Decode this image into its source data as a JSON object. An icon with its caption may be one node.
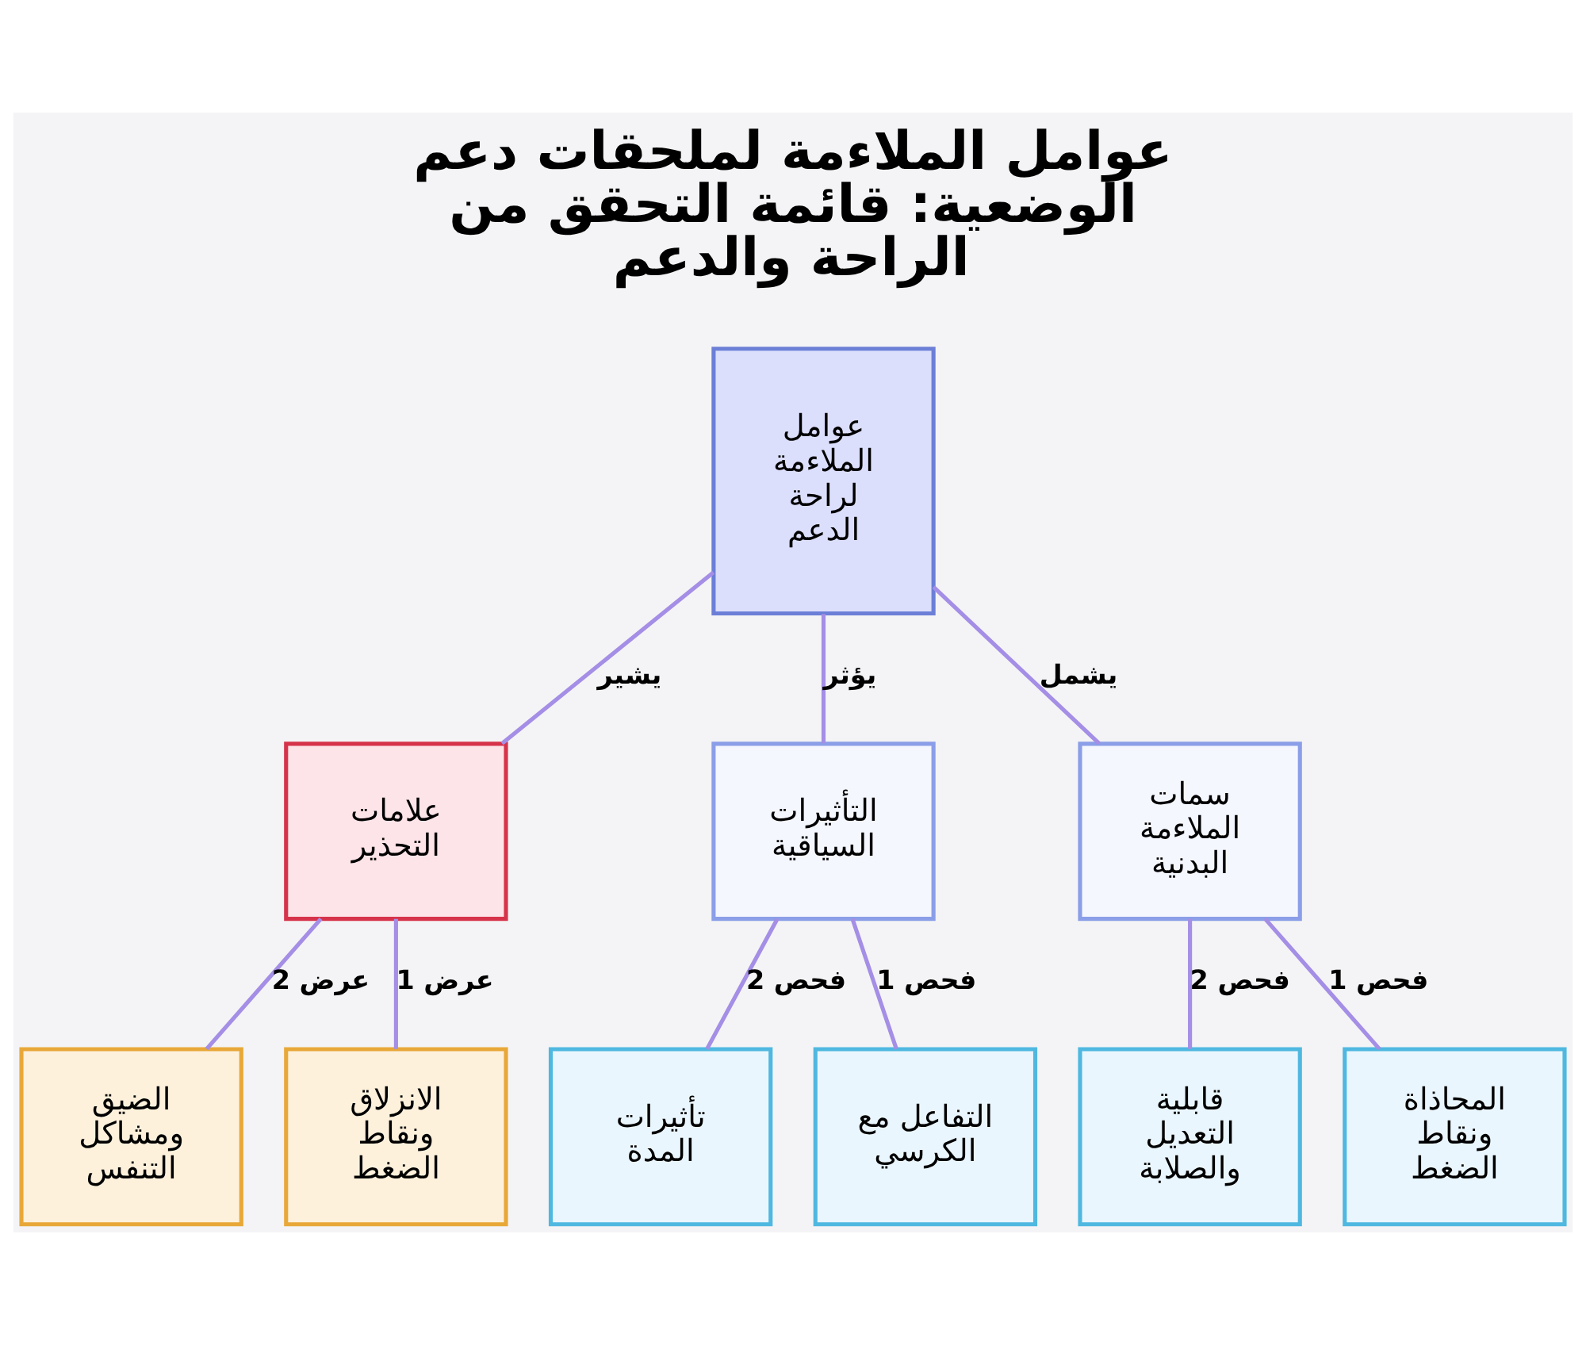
{
  "diagram": {
    "title": "عوامل الملاءمة لملحقات دعم الوضعية: قائمة التحقق من الراحة والدعم",
    "nodes": [
      {
        "text": [
          "عوامل الملاءمة لراحة الدعم"
        ]
      },
      {
        "text": [
          "سمات الملاءمة البدنية"
        ]
      },
      {
        "text": [
          "التأثيرات السياقية"
        ]
      },
      {
        "text": [
          "علامات التحذير"
        ]
      },
      {
        "text": [
          "المحاذاة ونقاط الضغط"
        ]
      },
      {
        "text": [
          "قابلية التعديل والصلابة"
        ]
      },
      {
        "text": [
          "التفاعل مع الكرسي"
        ]
      },
      {
        "text": [
          "تأثيرات المدة"
        ]
      },
      {
        "text": [
          "الانزلاق ونقاط الضغط"
        ]
      },
      {
        "text": [
          "الضيق ومشاكل التنفس"
        ]
      }
    ],
    "edges": [
      {
        "from": 0,
        "to": 1,
        "arrow": "none",
        "label": "يشمل"
      },
      {
        "from": 0,
        "to": 2,
        "arrow": "none",
        "label": "يؤثر"
      },
      {
        "from": 0,
        "to": 3,
        "arrow": "none",
        "label": "يشير"
      },
      {
        "from": 1,
        "to": 4,
        "arrow": "none",
        "label": "فحص 1"
      },
      {
        "from": 1,
        "to": 5,
        "arrow": "none",
        "label": "فحص 2"
      },
      {
        "from": 2,
        "to": 6,
        "arrow": "none",
        "label": "فحص 1"
      },
      {
        "from": 2,
        "to": 7,
        "arrow": "none",
        "label": "فحص 2"
      },
      {
        "from": 3,
        "to": 8,
        "arrow": "none",
        "label": "عرض 1"
      },
      {
        "from": 3,
        "to": 9,
        "arrow": "none",
        "label": "عرض 2"
      }
    ]
  }
}
